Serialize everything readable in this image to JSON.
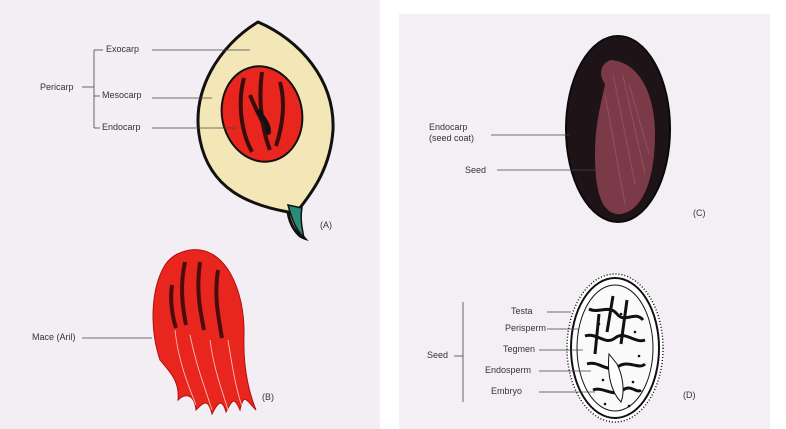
{
  "panelA": {
    "tag": "(A)",
    "group_label": "Pericarp",
    "labels": {
      "exocarp": "Exocarp",
      "mesocarp": "Mesocarp",
      "endocarp": "Endocarp"
    }
  },
  "panelB": {
    "tag": "(B)",
    "labels": {
      "mace": "Mace (Aril)"
    }
  },
  "panelC": {
    "tag": "(C)",
    "labels": {
      "endocarp_line1": "Endocarp",
      "endocarp_line2": "(seed coat)",
      "seed": "Seed"
    }
  },
  "panelD": {
    "tag": "(D)",
    "group_label": "Seed",
    "labels": {
      "testa": "Testa",
      "perisperm": "Perisperm",
      "tegmen": "Tegmen",
      "endosperm": "Endosperm",
      "embryo": "Embryo"
    }
  },
  "colors": {
    "fruit_flesh": "#f3e7b7",
    "fruit_tip": "#2b8a7a",
    "mace_red": "#e8261e",
    "seed_dark": "#1e1418",
    "seed_purple": "#7a3a48"
  }
}
